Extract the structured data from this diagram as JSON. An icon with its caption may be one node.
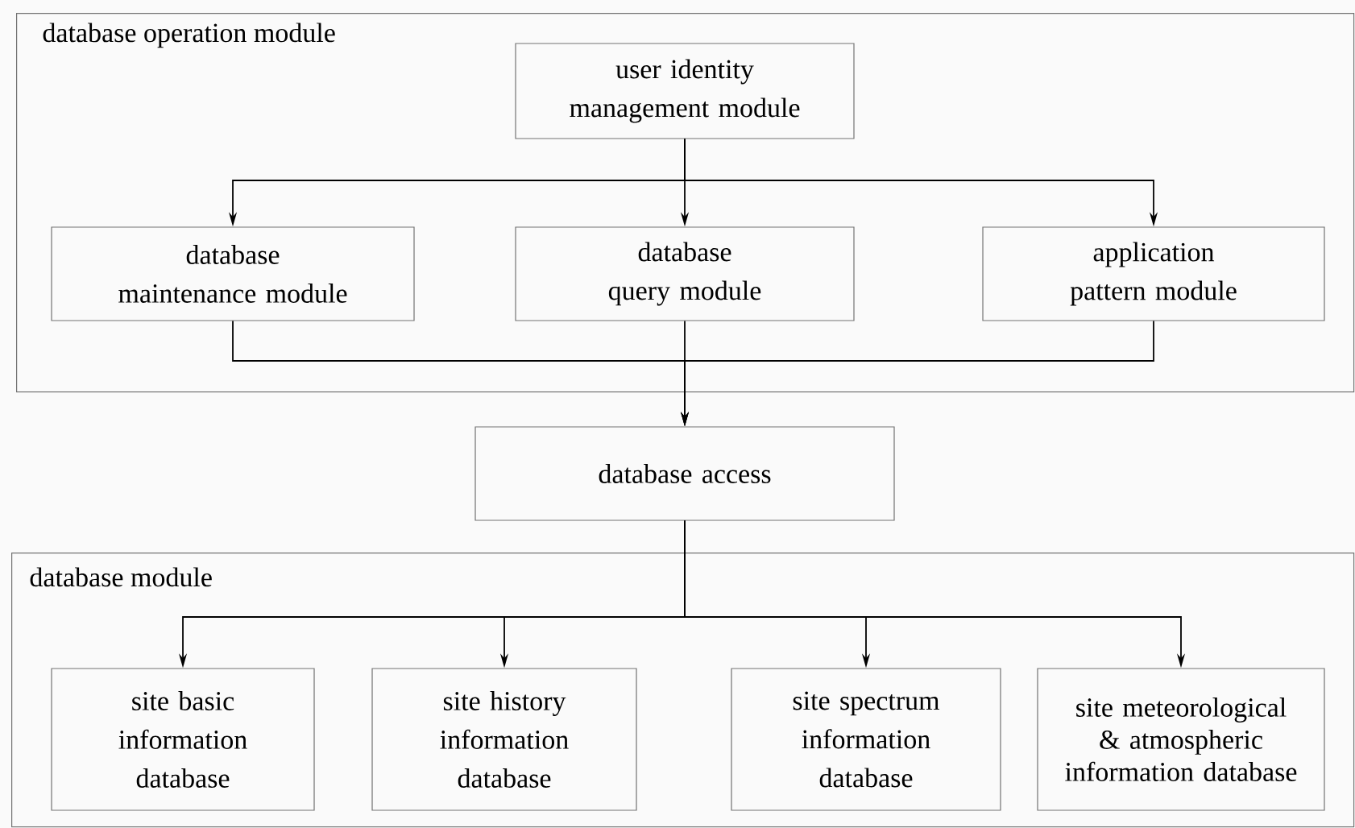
{
  "diagram": {
    "nodes": [
      {
        "text": [
          "database operation module"
        ]
      },
      {
        "text": [
          "user identity management module"
        ],
        "in": 0
      },
      {
        "text": [
          "database maintenance module"
        ],
        "in": 0
      },
      {
        "text": [
          "database query module"
        ],
        "in": 0
      },
      {
        "text": [
          "application pattern module"
        ],
        "in": 0
      },
      {
        "text": [
          "database access"
        ]
      },
      {
        "text": [
          "database module"
        ]
      },
      {
        "text": [
          "site basic information database"
        ],
        "in": 6
      },
      {
        "text": [
          "site history information database"
        ],
        "in": 6
      },
      {
        "text": [
          "site spectrum information database"
        ],
        "in": 6
      },
      {
        "text": [
          "site meteorological & atmospheric information database"
        ],
        "in": 6
      }
    ],
    "edges": [
      {
        "from": 1,
        "to": 2,
        "arrow": "to"
      },
      {
        "from": 1,
        "to": 3,
        "arrow": "to"
      },
      {
        "from": 1,
        "to": 4,
        "arrow": "to"
      },
      {
        "from": 2,
        "to": 5,
        "arrow": "to"
      },
      {
        "from": 3,
        "to": 5,
        "arrow": "to"
      },
      {
        "from": 4,
        "to": 5,
        "arrow": "to"
      },
      {
        "from": 5,
        "to": 7,
        "arrow": "to"
      },
      {
        "from": 5,
        "to": 8,
        "arrow": "to"
      },
      {
        "from": 5,
        "to": 9,
        "arrow": "to"
      },
      {
        "from": 5,
        "to": 10,
        "arrow": "to"
      }
    ]
  }
}
